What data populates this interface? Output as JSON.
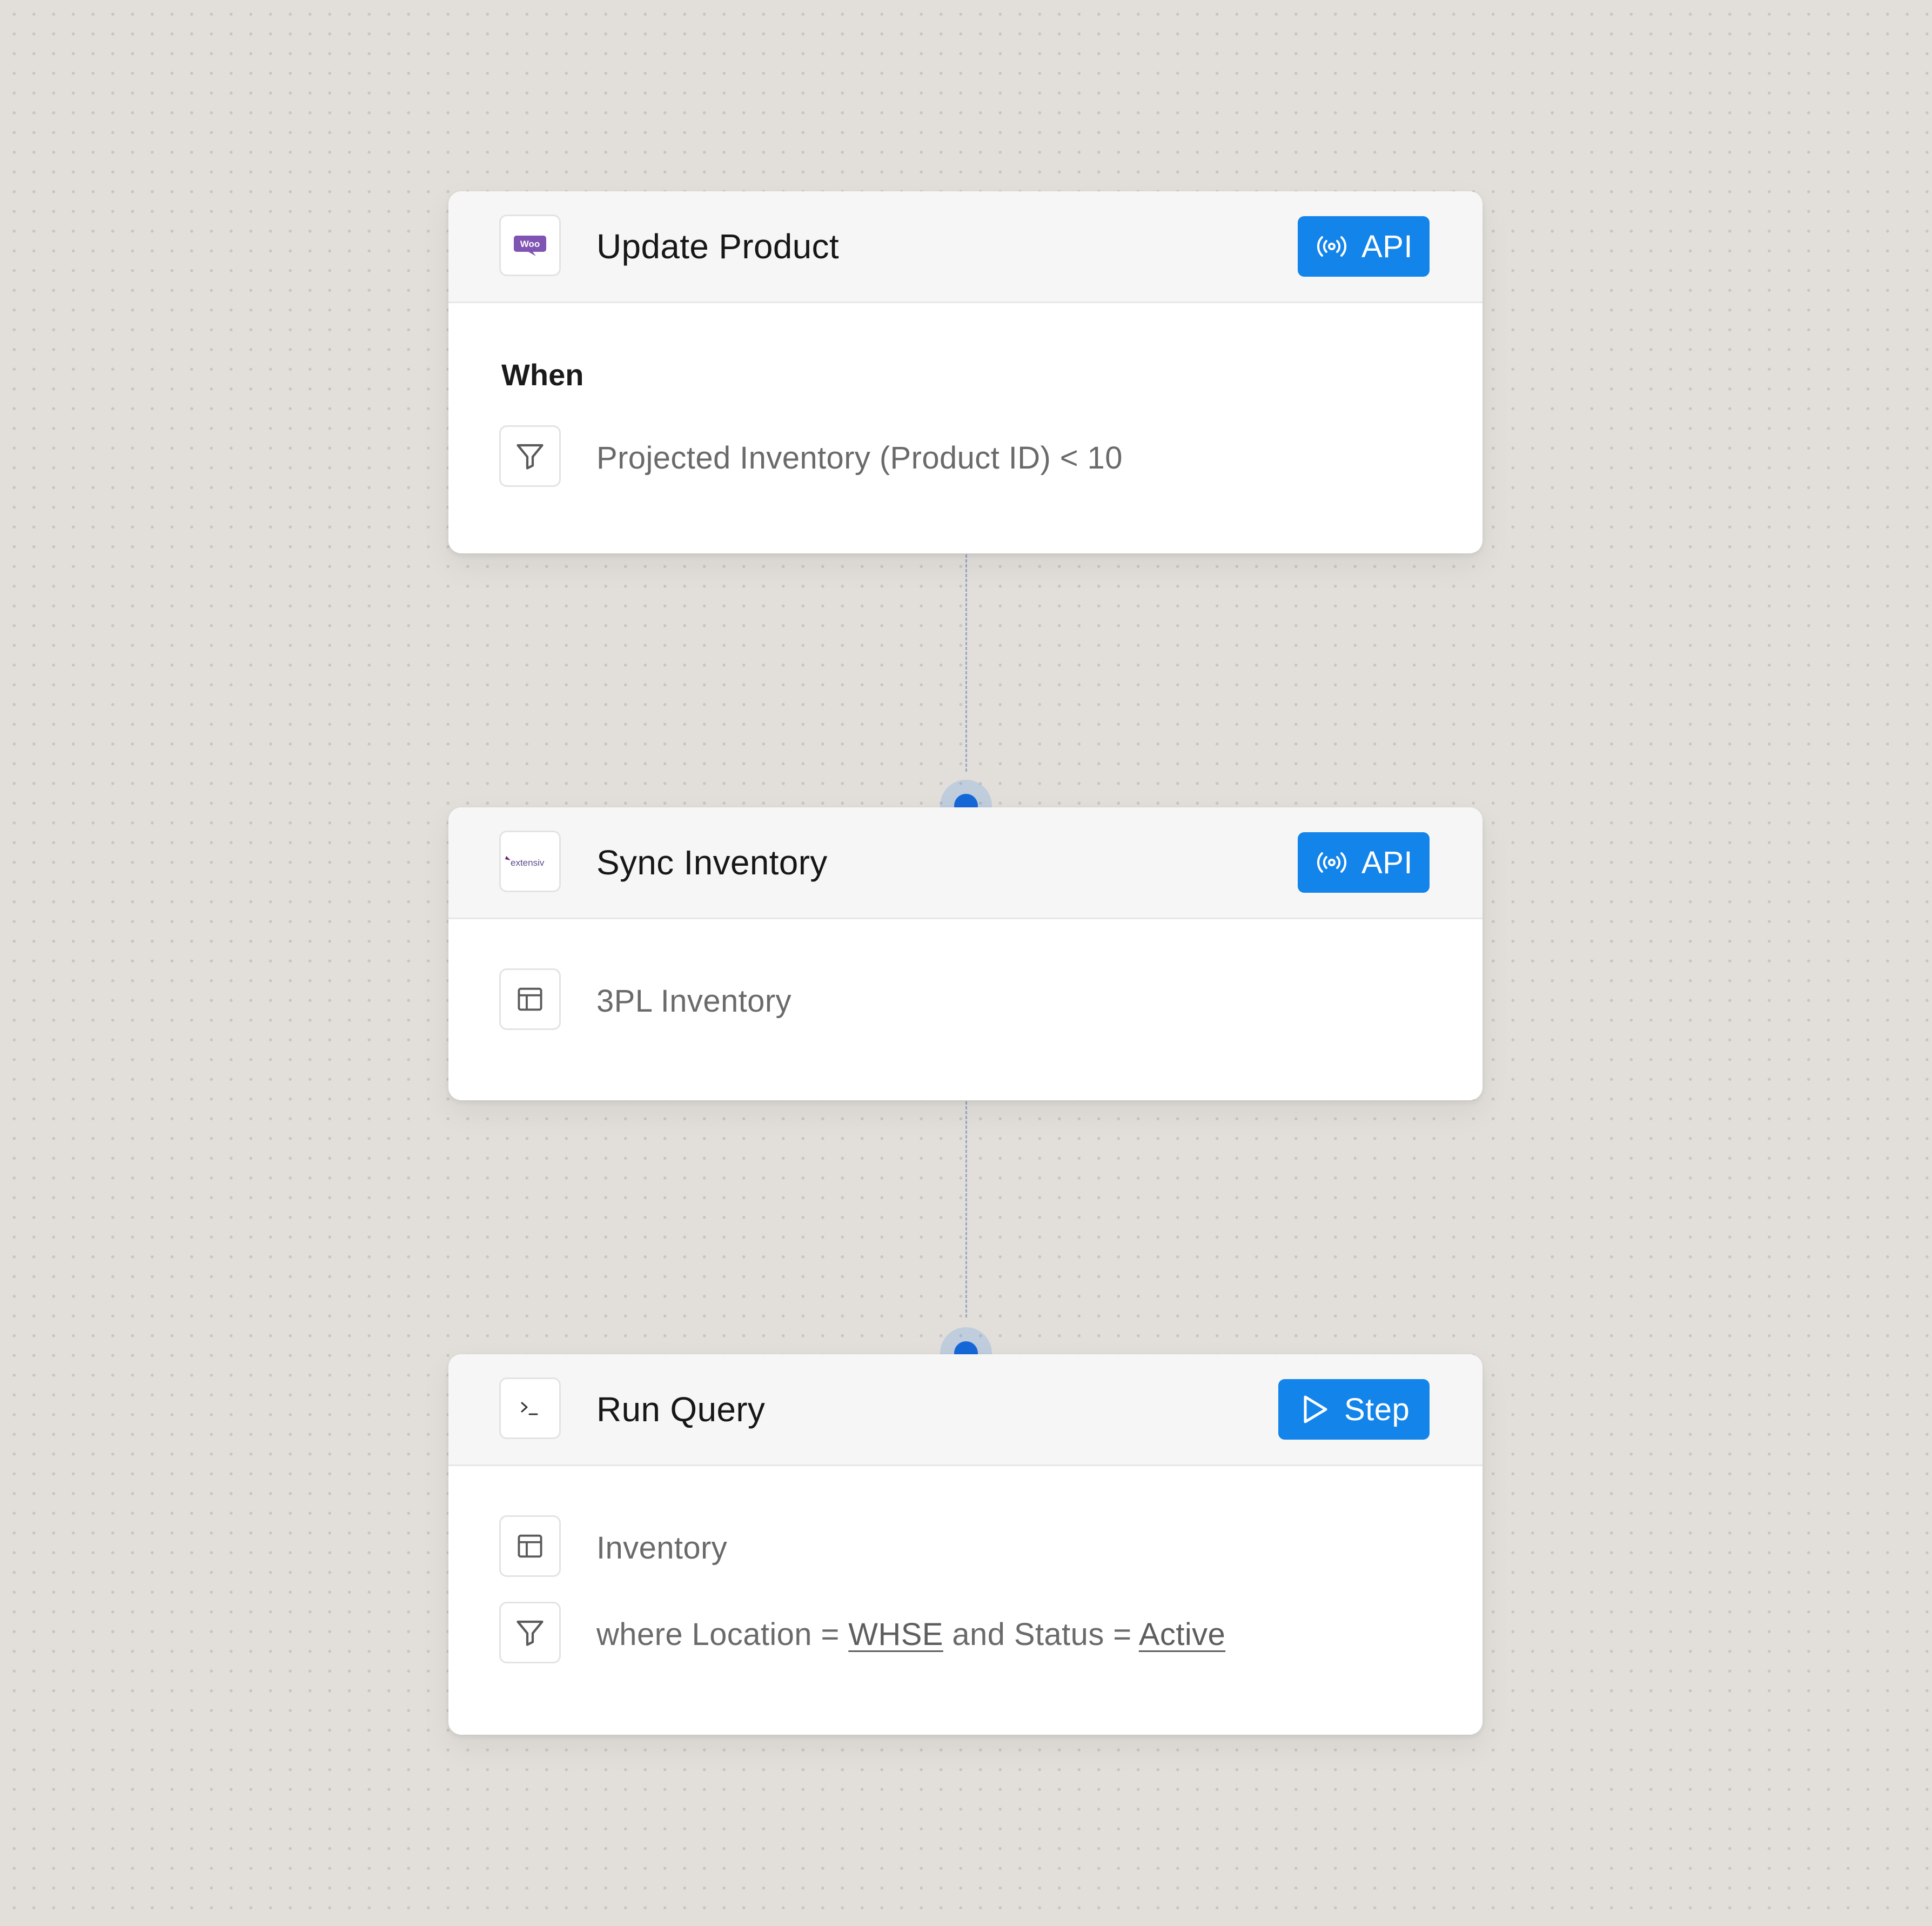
{
  "colors": {
    "accent": "#1384ea",
    "node_dot": "#1668d8",
    "canvas": "#e2dfda"
  },
  "cards": [
    {
      "title": "Update Product",
      "logo": "woo-logo-icon",
      "logo_text": "Woo",
      "badge": {
        "icon": "broadcast-icon",
        "label": "API"
      },
      "when_label": "When",
      "rows": [
        {
          "icon": "filter-icon",
          "text": "Projected Inventory (Product ID) < 10"
        }
      ]
    },
    {
      "title": "Sync Inventory",
      "logo": "extensiv-logo-icon",
      "logo_text": "extensiv",
      "badge": {
        "icon": "broadcast-icon",
        "label": "API"
      },
      "rows": [
        {
          "icon": "table-icon",
          "text": "3PL Inventory"
        }
      ]
    },
    {
      "title": "Run Query",
      "logo": "terminal-icon",
      "badge": {
        "icon": "play-icon",
        "label": "Step"
      },
      "rows": [
        {
          "icon": "table-icon",
          "text": "Inventory"
        },
        {
          "icon": "filter-icon",
          "text_parts": {
            "prefix": "where Location = ",
            "location": "WHSE",
            "middle": " and Status = ",
            "status": "Active"
          }
        }
      ]
    }
  ]
}
